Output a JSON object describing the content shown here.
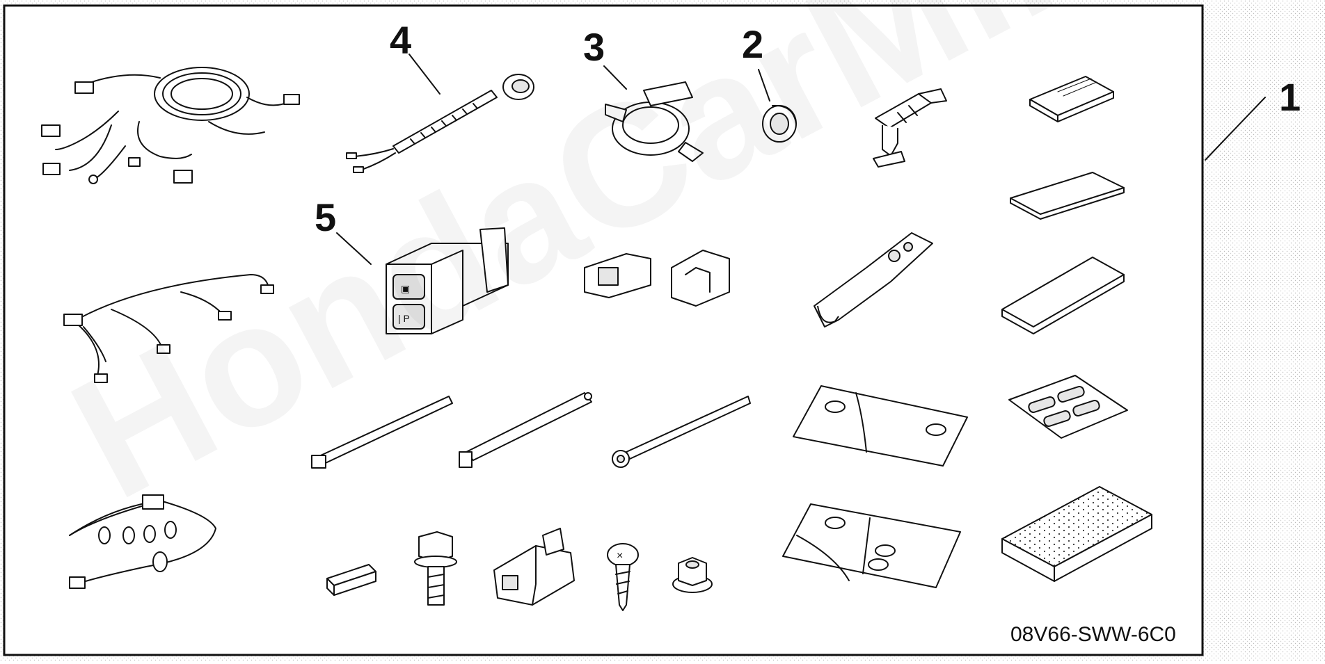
{
  "diagram": {
    "callouts": {
      "c1": "1",
      "c2": "2",
      "c3": "3",
      "c4": "4",
      "c5": "5"
    },
    "part_number": "08V66-SWW-6C0",
    "watermark": "HondaCarMine.ru"
  }
}
